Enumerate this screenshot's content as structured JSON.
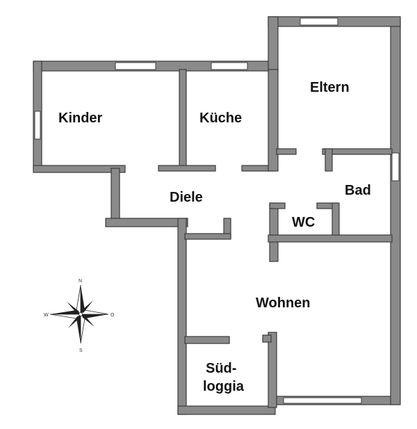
{
  "rooms": {
    "kinder": "Kinder",
    "kueche": "Küche",
    "eltern": "Eltern",
    "diele": "Diele",
    "bad": "Bad",
    "wc": "WC",
    "wohnen": "Wohnen",
    "sued_line1": "Süd-",
    "sued_line2": "loggia"
  },
  "compass": {
    "north": "N",
    "east": "O",
    "south": "S",
    "west": "W"
  },
  "colors": {
    "wall": "#8a8a8a",
    "ink": "#111111"
  }
}
